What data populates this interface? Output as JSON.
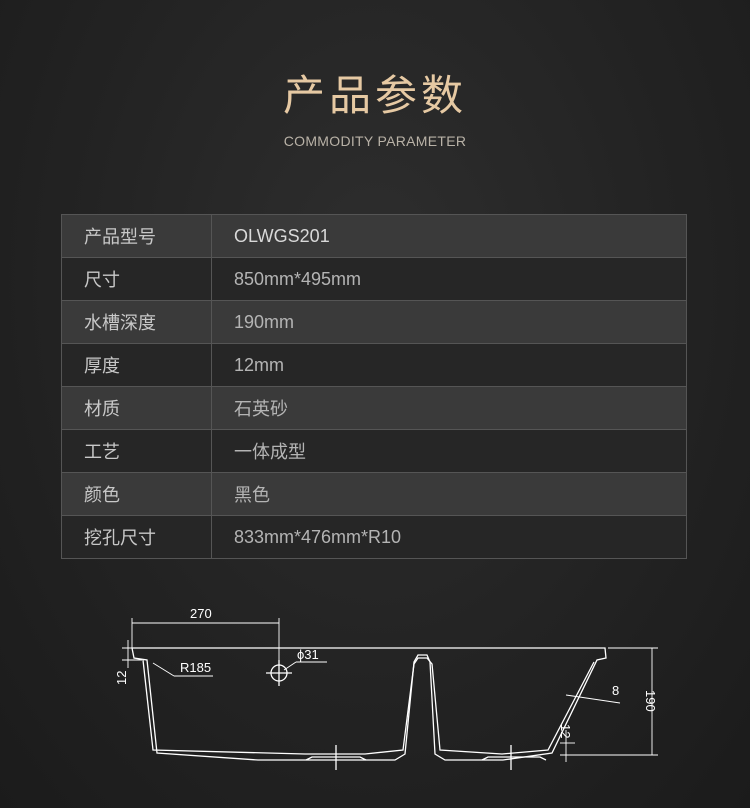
{
  "header": {
    "title": "产品参数",
    "subtitle": "COMMODITY PARAMETER"
  },
  "specs": [
    {
      "label": "产品型号",
      "value": "OLWGS201"
    },
    {
      "label": "尺寸",
      "value": "850mm*495mm"
    },
    {
      "label": "水槽深度",
      "value": "190mm"
    },
    {
      "label": "厚度",
      "value": "12mm"
    },
    {
      "label": "材质",
      "value": "石英砂"
    },
    {
      "label": "工艺",
      "value": "一体成型"
    },
    {
      "label": "颜色",
      "value": "黑色"
    },
    {
      "label": "挖孔尺寸",
      "value": "833mm*476mm*R10"
    }
  ],
  "diagram": {
    "dim_270": "270",
    "dim_r185": "R185",
    "dim_phi31": "ϕ31",
    "dim_12_left": "12",
    "dim_8": "8",
    "dim_190": "190",
    "dim_12_right": "12"
  }
}
